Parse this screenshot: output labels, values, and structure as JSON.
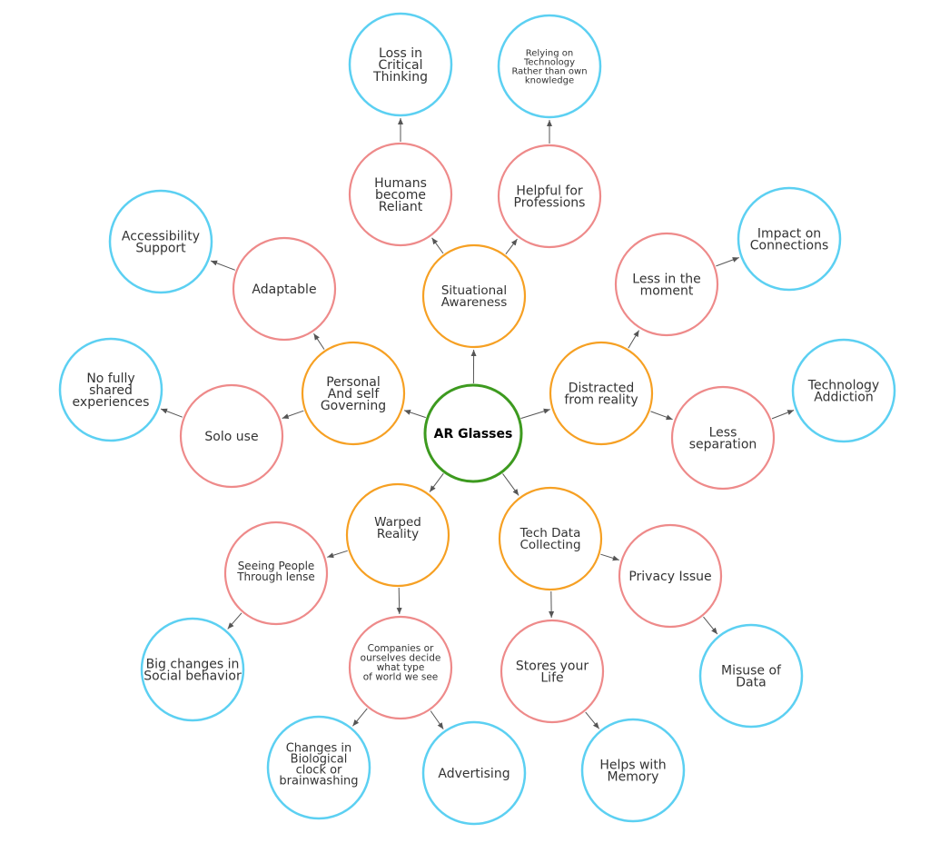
{
  "colors": {
    "center": "#3d9a1f",
    "primary": "#f6a023",
    "secondary": "#ee8a8a",
    "leaf": "#5cd0f2",
    "edge": "#555555",
    "text": "#333333"
  },
  "nodes": [
    {
      "id": "ar-glasses",
      "level": "center",
      "lines": [
        "AR Glasses"
      ]
    },
    {
      "id": "situational-awareness",
      "level": "primary",
      "lines": [
        "Situational",
        "Awareness"
      ]
    },
    {
      "id": "personal-and-self-governing",
      "level": "primary",
      "lines": [
        "Personal",
        "And self",
        "Governing"
      ]
    },
    {
      "id": "distracted-from-reality",
      "level": "primary",
      "lines": [
        "Distracted",
        "from reality"
      ]
    },
    {
      "id": "warped-reality",
      "level": "primary",
      "lines": [
        "Warped",
        "Reality"
      ]
    },
    {
      "id": "tech-data-collecting",
      "level": "primary",
      "lines": [
        "Tech Data",
        "Collecting"
      ]
    },
    {
      "id": "humans-become-reliant",
      "level": "secondary",
      "lines": [
        "Humans",
        "become",
        "Reliant"
      ]
    },
    {
      "id": "helpful-for-professions",
      "level": "secondary",
      "lines": [
        "Helpful for",
        "Professions"
      ]
    },
    {
      "id": "adaptable",
      "level": "secondary",
      "lines": [
        "Adaptable"
      ]
    },
    {
      "id": "solo-use",
      "level": "secondary",
      "lines": [
        "Solo use"
      ]
    },
    {
      "id": "less-in-the-moment",
      "level": "secondary",
      "lines": [
        "Less in the",
        "moment"
      ]
    },
    {
      "id": "less-separation",
      "level": "secondary",
      "lines": [
        "Less",
        "separation"
      ]
    },
    {
      "id": "seeing-people-through-lense",
      "level": "secondary",
      "lines": [
        "Seeing People",
        "Through lense"
      ]
    },
    {
      "id": "companies-decide-world",
      "level": "secondary",
      "lines": [
        "Companies or",
        "ourselves decide",
        "what type",
        "of world we see"
      ]
    },
    {
      "id": "privacy-issue",
      "level": "secondary",
      "lines": [
        "Privacy Issue"
      ]
    },
    {
      "id": "stores-your-life",
      "level": "secondary",
      "lines": [
        "Stores your",
        "Life"
      ]
    },
    {
      "id": "loss-in-critical-thinking",
      "level": "leaf",
      "lines": [
        "Loss in",
        "Critical",
        "Thinking"
      ]
    },
    {
      "id": "relying-on-technology",
      "level": "leaf",
      "lines": [
        "Relying on",
        "Technology",
        "Rather than own",
        "knowledge"
      ]
    },
    {
      "id": "accessibility-support",
      "level": "leaf",
      "lines": [
        "Accessibility",
        "Support"
      ]
    },
    {
      "id": "no-fully-shared-experiences",
      "level": "leaf",
      "lines": [
        "No fully",
        "shared",
        "experiences"
      ]
    },
    {
      "id": "impact-on-connections",
      "level": "leaf",
      "lines": [
        "Impact on",
        "Connections"
      ]
    },
    {
      "id": "technology-addiction",
      "level": "leaf",
      "lines": [
        "Technology",
        "Addiction"
      ]
    },
    {
      "id": "big-changes-social-behavior",
      "level": "leaf",
      "lines": [
        "Big changes in",
        "Social behavior"
      ]
    },
    {
      "id": "changes-biological-clock",
      "level": "leaf",
      "lines": [
        "Changes in",
        "Biological",
        "clock or",
        "brainwashing"
      ]
    },
    {
      "id": "advertising",
      "level": "leaf",
      "lines": [
        "Advertising"
      ]
    },
    {
      "id": "misuse-of-data",
      "level": "leaf",
      "lines": [
        "Misuse of",
        "Data"
      ]
    },
    {
      "id": "helps-with-memory",
      "level": "leaf",
      "lines": [
        "Helps with",
        "Memory"
      ]
    }
  ],
  "edges": [
    [
      "ar-glasses",
      "situational-awareness"
    ],
    [
      "ar-glasses",
      "personal-and-self-governing"
    ],
    [
      "ar-glasses",
      "distracted-from-reality"
    ],
    [
      "ar-glasses",
      "warped-reality"
    ],
    [
      "ar-glasses",
      "tech-data-collecting"
    ],
    [
      "situational-awareness",
      "humans-become-reliant"
    ],
    [
      "situational-awareness",
      "helpful-for-professions"
    ],
    [
      "humans-become-reliant",
      "loss-in-critical-thinking"
    ],
    [
      "helpful-for-professions",
      "relying-on-technology"
    ],
    [
      "personal-and-self-governing",
      "adaptable"
    ],
    [
      "personal-and-self-governing",
      "solo-use"
    ],
    [
      "adaptable",
      "accessibility-support"
    ],
    [
      "solo-use",
      "no-fully-shared-experiences"
    ],
    [
      "distracted-from-reality",
      "less-in-the-moment"
    ],
    [
      "distracted-from-reality",
      "less-separation"
    ],
    [
      "less-in-the-moment",
      "impact-on-connections"
    ],
    [
      "less-separation",
      "technology-addiction"
    ],
    [
      "warped-reality",
      "seeing-people-through-lense"
    ],
    [
      "warped-reality",
      "companies-decide-world"
    ],
    [
      "seeing-people-through-lense",
      "big-changes-social-behavior"
    ],
    [
      "companies-decide-world",
      "changes-biological-clock"
    ],
    [
      "companies-decide-world",
      "advertising"
    ],
    [
      "tech-data-collecting",
      "privacy-issue"
    ],
    [
      "tech-data-collecting",
      "stores-your-life"
    ],
    [
      "privacy-issue",
      "misuse-of-data"
    ],
    [
      "stores-your-life",
      "helps-with-memory"
    ]
  ]
}
